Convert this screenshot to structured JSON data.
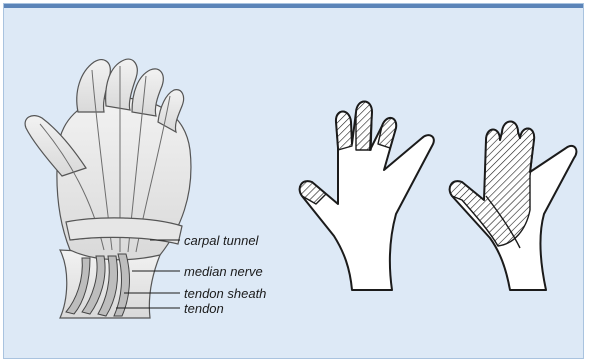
{
  "labels": {
    "carpal_tunnel": "carpal tunnel",
    "median_nerve": "median nerve",
    "tendon_sheath": "tendon sheath",
    "tendon": "tendon"
  },
  "colors": {
    "panel_background": "#dde9f6",
    "panel_border": "#a9c3df",
    "accent_bar": "#5b84b8",
    "ink": "#1b1b1b"
  }
}
